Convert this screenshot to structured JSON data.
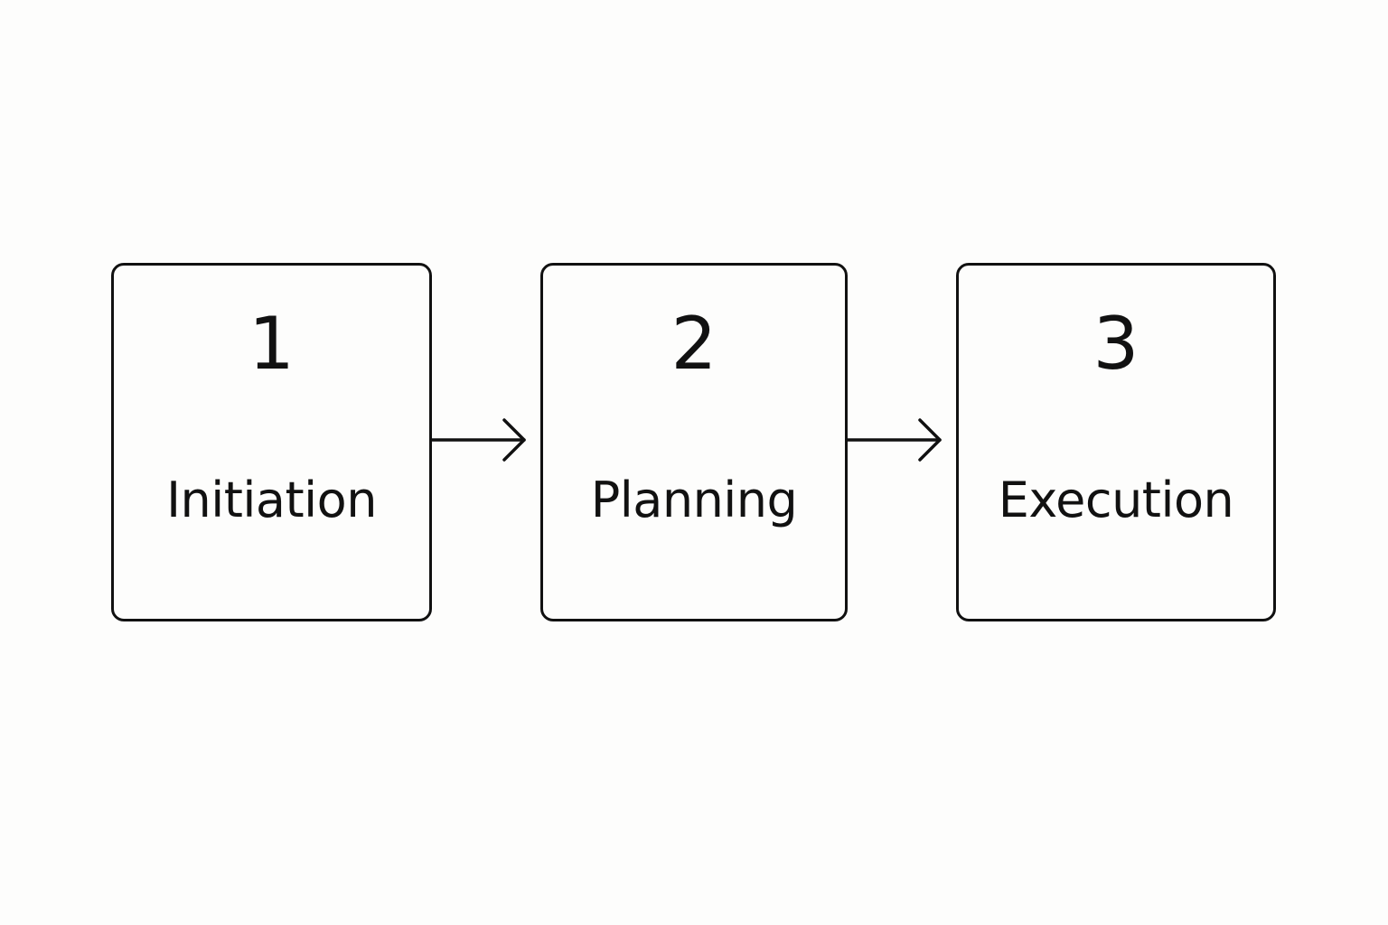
{
  "steps": [
    {
      "number": "1",
      "label": "Initiation"
    },
    {
      "number": "2",
      "label": "Planning"
    },
    {
      "number": "3",
      "label": "Execution"
    }
  ],
  "colors": {
    "background": "#fdfdfc",
    "stroke": "#111111",
    "text": "#111111"
  },
  "connectors": [
    "arrow-right-icon",
    "arrow-right-icon"
  ]
}
